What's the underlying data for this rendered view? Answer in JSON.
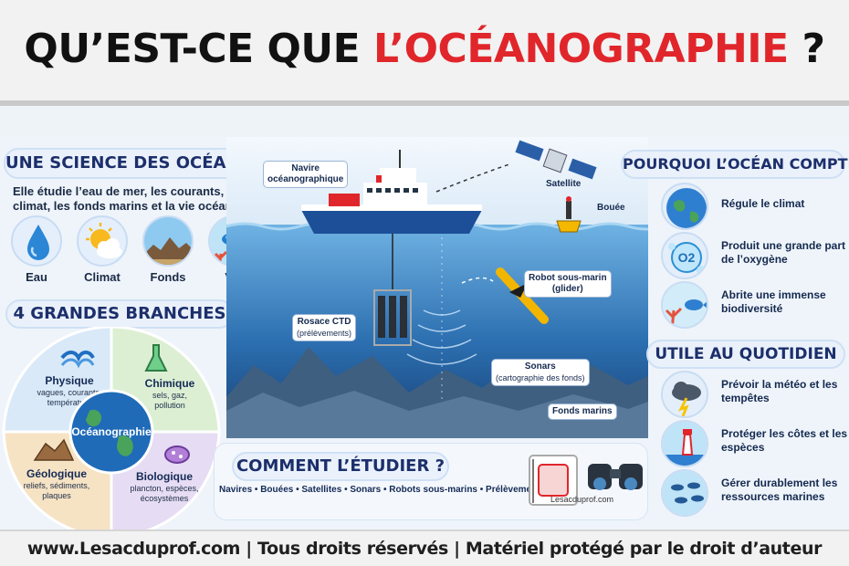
{
  "title": {
    "part1": "QU’EST-CE QUE ",
    "part2": "L’OCÉANOGRAPHIE",
    "part3": " ?"
  },
  "science": {
    "heading": "UNE SCIENCE DES OCÉANS",
    "description": "Elle étudie l’eau de mer, les courants, le climat, les fonds marins et la vie océanique.",
    "icons": [
      {
        "label": "Eau",
        "icon": "water-drop-icon"
      },
      {
        "label": "Climat",
        "icon": "sun-cloud-icon"
      },
      {
        "label": "Fonds",
        "icon": "seabed-icon"
      },
      {
        "label": "Vie",
        "icon": "fish-coral-icon"
      }
    ]
  },
  "branches": {
    "heading": "4 GRANDES BRANCHES",
    "center": "Océanographie",
    "items": [
      {
        "title": "Physique",
        "line1": "vagues, courants,",
        "line2": "température",
        "color": "#d9e9f8"
      },
      {
        "title": "Chimique",
        "line1": "sels, gaz,",
        "line2": "pollution",
        "color": "#dcefd3"
      },
      {
        "title": "Géologique",
        "line1": "reliefs, sédiments,",
        "line2": "plaques",
        "color": "#f6e3c4"
      },
      {
        "title": "Biologique",
        "line1": "plancton, espèces,",
        "line2": "écosystèmes",
        "color": "#e6dcf3"
      }
    ]
  },
  "scene": {
    "ship": "Navire\nocéanographique",
    "ship_line1": "Navire",
    "ship_line2": "océanographique",
    "satellite": "Satellite",
    "buoy": "Bouée",
    "glider_line1": "Robot sous-marin",
    "glider_line2": "(glider)",
    "ctd_line1": "Rosace CTD",
    "ctd_line2": "(prélèvements)",
    "sonar_line1": "Sonars",
    "sonar_line2": "(cartographie des fonds)",
    "seabed": "Fonds marins"
  },
  "study": {
    "heading": "COMMENT L’ÉTUDIER ?",
    "methods": "Navires • Bouées • Satellites • Sonars • Robots sous-marins • Prélèvements",
    "site": "Lesacduprof.com"
  },
  "why": {
    "heading": "POURQUOI L’OCÉAN COMPTE",
    "items": [
      {
        "text": "Régule le climat",
        "icon": "earth-icon"
      },
      {
        "text": "Produit une grande part de l’oxygène",
        "icon": "oxygen-icon"
      },
      {
        "text": "Abrite une immense biodiversité",
        "icon": "coral-fish-icon"
      }
    ]
  },
  "daily": {
    "heading": "UTILE AU QUOTIDIEN",
    "items": [
      {
        "text": "Prévoir la météo et les tempêtes",
        "icon": "storm-icon"
      },
      {
        "text": "Protéger les côtes et les espèces",
        "icon": "lighthouse-icon"
      },
      {
        "text": "Gérer durablement les ressources marines",
        "icon": "fish-school-icon"
      }
    ]
  },
  "footer": {
    "text": "www.Lesacduprof.com | Tous droits réservés |  Matériel protégé par le droit d’auteur"
  },
  "colors": {
    "title_accent": "#e0262b",
    "heading": "#1c2f6b",
    "ocean_deep": "#1e4f8a",
    "ocean_light": "#5fa3d8"
  }
}
